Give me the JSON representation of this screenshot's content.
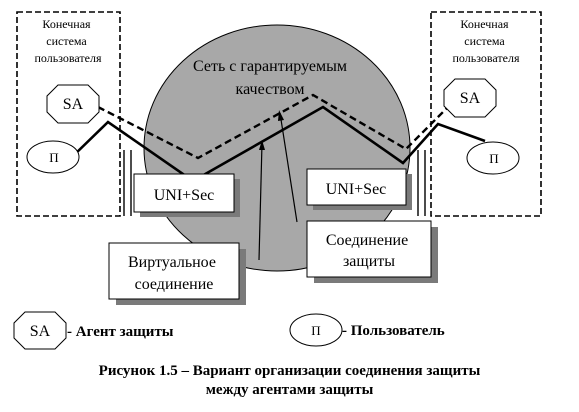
{
  "end_system_left": {
    "label_lines": [
      "Конечная",
      "система",
      "пользователя"
    ]
  },
  "end_system_right": {
    "label_lines": [
      "Конечная",
      "система",
      "пользователя"
    ]
  },
  "network": {
    "label_lines": [
      "Сеть с гарантируемым",
      "качеством"
    ]
  },
  "agent_left": {
    "label": "SA"
  },
  "agent_right": {
    "label": "SA"
  },
  "user_left": {
    "label": "П"
  },
  "user_right": {
    "label": "П"
  },
  "uni_left": {
    "label": "UNI+Sec"
  },
  "uni_right": {
    "label": "UNI+Sec"
  },
  "virtual_connection": {
    "label_lines": [
      "Виртуальное",
      "соединение"
    ]
  },
  "security_connection": {
    "label_lines": [
      "Соединение",
      "защиты"
    ]
  },
  "legend": {
    "agent_symbol": "SA",
    "agent_text": "- Агент защиты",
    "user_symbol": "П",
    "user_text": "- Пользователь"
  },
  "caption": {
    "line1": "Рисунок 1.5 – Вариант организации соединения защиты",
    "line2": "между агентами защиты"
  },
  "colors": {
    "network_fill": "#a8a8a8",
    "shadow": "#7a7a7a",
    "line": "#000000"
  }
}
